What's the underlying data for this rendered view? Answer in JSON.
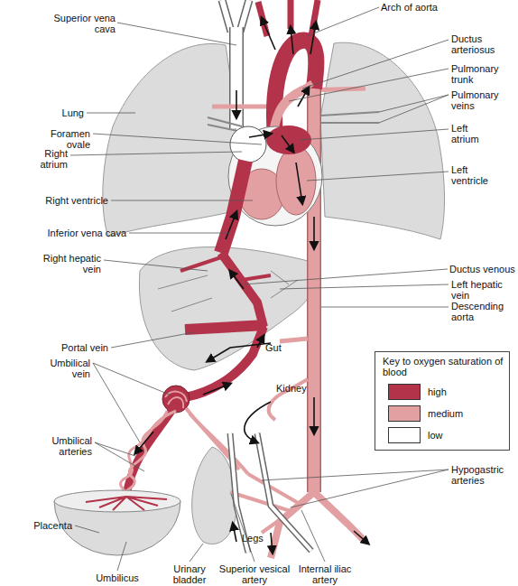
{
  "diagram": {
    "labels": [
      "Arch of aorta",
      "Superior vena cava",
      "Ductus arteriosus",
      "Pulmonary trunk",
      "Lung",
      "Pulmonary veins",
      "Foramen ovale",
      "Right atrium",
      "Left atrium",
      "Left ventricle",
      "Right ventricle",
      "Inferior vena cava",
      "Right hepatic vein",
      "Ductus venous",
      "Left hepatic vein",
      "Descending aorta",
      "Portal vein",
      "Gut",
      "Key to oxygen saturation of blood",
      "Umbilical vein",
      "Kidney",
      "Umbilical arteries",
      "Hypogastric arteries",
      "Legs",
      "Placenta",
      "Umbilicus",
      "Urinary bladder",
      "Superior vesical artery",
      "Internal iliac artery"
    ],
    "legend": [
      {
        "text": "high",
        "color": "#b2334a"
      },
      {
        "text": "medium",
        "color": "#e3a0a2"
      },
      {
        "text": "low",
        "color": "#ffffff"
      }
    ]
  }
}
